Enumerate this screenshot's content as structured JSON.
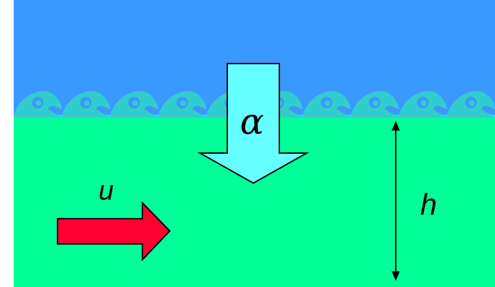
{
  "diagram": {
    "labels": {
      "flow_velocity": "u",
      "incoming_arrow": "α",
      "depth": "h"
    },
    "colors": {
      "sky": "#3a99ff",
      "water": "#00ff99",
      "wave_crest": "#33cccc",
      "downward_arrow_fill": "#66ffff",
      "flow_arrow_fill": "#ff0033",
      "outline": "#000000"
    },
    "wave_count": 10
  }
}
